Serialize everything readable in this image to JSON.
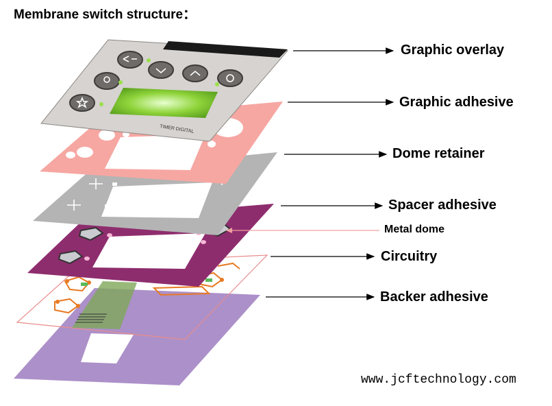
{
  "title": "Membrane switch structure：",
  "layers": {
    "graphic_overlay": {
      "label": "Graphic overlay",
      "color": "#d2cfcc"
    },
    "graphic_adhesive": {
      "label": "Graphic adhesive",
      "color": "#f6a7a2"
    },
    "dome_retainer": {
      "label": "Dome retainer",
      "color": "#b4b4b4"
    },
    "spacer_adhesive": {
      "label": "Spacer adhesive",
      "color": "#8e2d6e"
    },
    "metal_dome": {
      "label": "Metal dome",
      "color": "#f0b0b0"
    },
    "circuitry": {
      "label": "Circuitry",
      "color": "#e87a22"
    },
    "backer_adhesive": {
      "label": "Backer adhesive",
      "color": "#a88ac6"
    }
  },
  "overlay_text": "TIMER DIGITAL",
  "website": "www.jcftechnology.com"
}
